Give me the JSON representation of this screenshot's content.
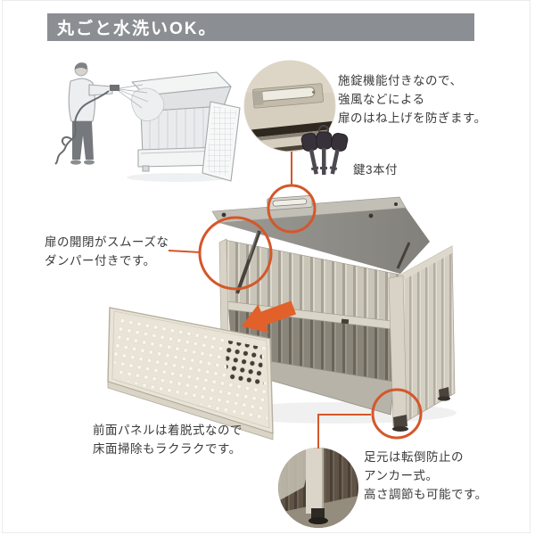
{
  "colors": {
    "accent_orange": "#d4572a",
    "arrow_orange": "#e2602a",
    "banner_gray": "#8b8f94",
    "text_dark": "#3b3b3b"
  },
  "banner": {
    "title": "丸ごと水洗いOK。"
  },
  "callouts": {
    "lock": {
      "line1": "施錠機能付きなので、",
      "line2": "強風などによる",
      "line3": "扉のはね上げを防ぎます。"
    },
    "keys": {
      "label": "鍵3本付"
    },
    "damper": {
      "line1": "扉の開閉がスムーズな",
      "line2": "ダンパー付きです。"
    },
    "front_panel": {
      "line1": "前面パネルは着脱式なので",
      "line2": "床面掃除もラクラクです。"
    },
    "anchor": {
      "line1": "足元は転倒防止の",
      "line2": "アンカー式。",
      "line3": "高さ調節も可能です。"
    }
  },
  "icons": {
    "lock_inset": "lock-latch-closeup-photo",
    "keys": "three-keys-photo",
    "foot_inset": "anchor-foot-closeup-photo",
    "arrow": "panel-removal-arrow",
    "illustration": "person-washing-unit-drawing"
  }
}
